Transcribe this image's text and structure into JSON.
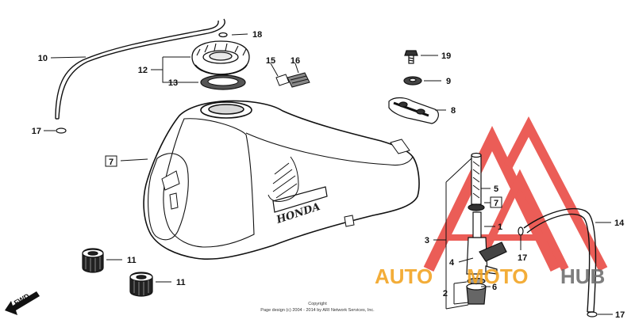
{
  "diagram": {
    "callouts": {
      "c10": "10",
      "c18": "18",
      "c12": "12",
      "c13": "13",
      "c15": "15",
      "c16": "16",
      "c19": "19",
      "c9": "9",
      "c8": "8",
      "c17a": "17",
      "c7a": "7",
      "c11a": "11",
      "c11b": "11",
      "c3": "3",
      "c5": "5",
      "c7b": "7",
      "c1": "1",
      "c17b": "17",
      "c14": "14",
      "c4": "4",
      "c6": "6",
      "c2": "2",
      "c17c": "17"
    },
    "tank_brand": "HONDA",
    "forward_label": "FWD",
    "copyright_line1": "Copyright",
    "copyright_line2": "Page design (c) 2004 - 2014 by ARI Network Services, Inc."
  },
  "watermark": {
    "text_part1": "AUTO",
    "text_part2": "MOTO",
    "text_part3": "HUB",
    "color_red": "#e8413a",
    "color_orange": "#f2a21e",
    "color_gray": "#6d6d6d"
  }
}
